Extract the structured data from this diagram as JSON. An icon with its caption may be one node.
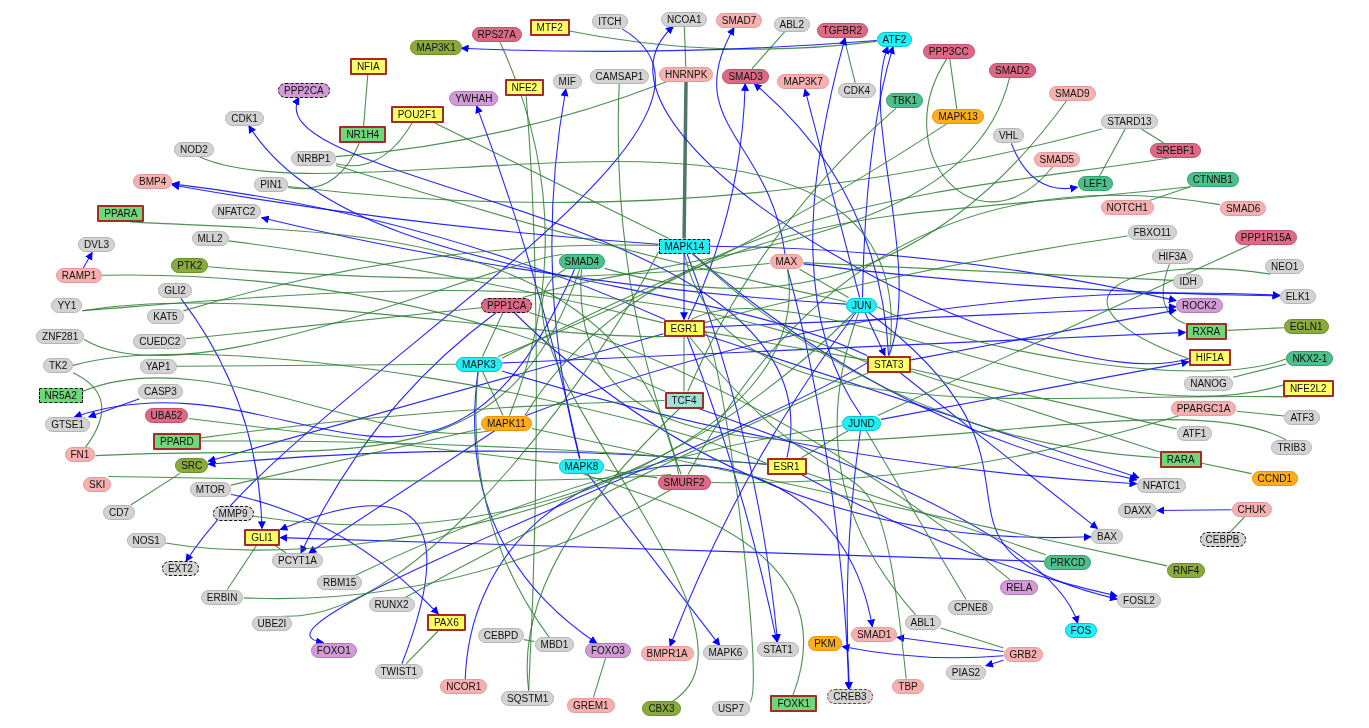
{
  "diagram": {
    "nodes": [
      {
        "text": [
          "NCOA1"
        ]
      },
      {
        "text": [
          "HNRNPK"
        ]
      },
      {
        "text": [
          "ABL2"
        ]
      },
      {
        "text": [
          "SMAD7"
        ]
      },
      {
        "text": [
          "SMAD3"
        ]
      },
      {
        "text": [
          "MAP3K7"
        ]
      },
      {
        "text": [
          "CDK4"
        ]
      },
      {
        "text": [
          "TGFBR2"
        ]
      },
      {
        "text": [
          "ATF2"
        ]
      },
      {
        "text": [
          "TBK1"
        ]
      },
      {
        "text": [
          "PPP3CC"
        ]
      },
      {
        "text": [
          "MAPK13"
        ]
      },
      {
        "text": [
          "SMAD2"
        ]
      },
      {
        "text": [
          "SMAD9"
        ]
      },
      {
        "text": [
          "VHL"
        ]
      },
      {
        "text": [
          "SMAD5"
        ]
      },
      {
        "text": [
          "STARD13"
        ]
      },
      {
        "text": [
          "LEF1"
        ]
      },
      {
        "text": [
          "SREBF1"
        ]
      },
      {
        "text": [
          "NOTCH1"
        ]
      },
      {
        "text": [
          "CTNNB1"
        ]
      },
      {
        "text": [
          "FBXO11"
        ]
      },
      {
        "text": [
          "SMAD6"
        ]
      },
      {
        "text": [
          "HIF3A"
        ]
      },
      {
        "text": [
          "PPP1R15A"
        ]
      },
      {
        "text": [
          "IDH"
        ]
      },
      {
        "text": [
          "NEO1"
        ]
      },
      {
        "text": [
          "ROCK2"
        ]
      },
      {
        "text": [
          "ELK1"
        ]
      },
      {
        "text": [
          "RXRA"
        ]
      },
      {
        "text": [
          "EGLN1"
        ]
      },
      {
        "text": [
          "HIF1A"
        ]
      },
      {
        "text": [
          "NKX2-1"
        ]
      },
      {
        "text": [
          "NANOG"
        ]
      },
      {
        "text": [
          "NFE2L2"
        ]
      },
      {
        "text": [
          "PPARGC1A"
        ]
      },
      {
        "text": [
          "ATF3"
        ]
      },
      {
        "text": [
          "ATF1"
        ]
      },
      {
        "text": [
          "TRIB3"
        ]
      },
      {
        "text": [
          "RARA"
        ]
      },
      {
        "text": [
          "CCND1"
        ]
      },
      {
        "text": [
          "NFATC1"
        ]
      },
      {
        "text": [
          "CHUK"
        ]
      },
      {
        "text": [
          "DAXX"
        ]
      },
      {
        "text": [
          "CEBPB"
        ]
      },
      {
        "text": [
          "BAX"
        ]
      },
      {
        "text": [
          "RNF4"
        ]
      },
      {
        "text": [
          "PRKCD"
        ]
      },
      {
        "text": [
          "FOSL2"
        ]
      },
      {
        "text": [
          "RELA"
        ]
      },
      {
        "text": [
          "FOS"
        ]
      },
      {
        "text": [
          "CPNE8"
        ]
      },
      {
        "text": [
          "GRB2"
        ]
      },
      {
        "text": [
          "ABL1"
        ]
      },
      {
        "text": [
          "PIAS2"
        ]
      },
      {
        "text": [
          "SMAD1"
        ]
      },
      {
        "text": [
          "TBP"
        ]
      },
      {
        "text": [
          "PKM"
        ]
      },
      {
        "text": [
          "CREB3"
        ]
      },
      {
        "text": [
          "STAT1"
        ]
      },
      {
        "text": [
          "FOXK1"
        ]
      },
      {
        "text": [
          "MAPK6"
        ]
      },
      {
        "text": [
          "USP7"
        ]
      },
      {
        "text": [
          "BMPR1A"
        ]
      },
      {
        "text": [
          "CBX3"
        ]
      },
      {
        "text": [
          "FOXO3"
        ]
      },
      {
        "text": [
          "GREM1"
        ]
      },
      {
        "text": [
          "MBD1"
        ]
      },
      {
        "text": [
          "SQSTM1"
        ]
      },
      {
        "text": [
          "CEBPD"
        ]
      },
      {
        "text": [
          "NCOR1"
        ]
      },
      {
        "text": [
          "PAX6"
        ]
      },
      {
        "text": [
          "TWIST1"
        ]
      },
      {
        "text": [
          "RUNX2"
        ]
      },
      {
        "text": [
          "FOXO1"
        ]
      },
      {
        "text": [
          "RBM15"
        ]
      },
      {
        "text": [
          "UBE2I"
        ]
      },
      {
        "text": [
          "PCYT1A"
        ]
      },
      {
        "text": [
          "ERBIN"
        ]
      },
      {
        "text": [
          "GLI1"
        ]
      },
      {
        "text": [
          "EXT2"
        ]
      },
      {
        "text": [
          "MMP9"
        ]
      },
      {
        "text": [
          "NOS1"
        ]
      },
      {
        "text": [
          "MTOR"
        ]
      },
      {
        "text": [
          "CD7"
        ]
      },
      {
        "text": [
          "SRC"
        ]
      },
      {
        "text": [
          "SKI"
        ]
      },
      {
        "text": [
          "PPARD"
        ]
      },
      {
        "text": [
          "FN1"
        ]
      },
      {
        "text": [
          "UBA52"
        ]
      },
      {
        "text": [
          "GTSE1"
        ]
      },
      {
        "text": [
          "CASP3"
        ]
      },
      {
        "text": [
          "NR5A2"
        ]
      },
      {
        "text": [
          "YAP1"
        ]
      },
      {
        "text": [
          "TK2"
        ]
      },
      {
        "text": [
          "CUEDC2"
        ]
      },
      {
        "text": [
          "ZNF281"
        ]
      },
      {
        "text": [
          "KAT5"
        ]
      },
      {
        "text": [
          "YY1"
        ]
      },
      {
        "text": [
          "GLI2"
        ]
      },
      {
        "text": [
          "RAMP1"
        ]
      },
      {
        "text": [
          "PTK2"
        ]
      },
      {
        "text": [
          "DVL3"
        ]
      },
      {
        "text": [
          "MLL2"
        ]
      },
      {
        "text": [
          "PPARA"
        ]
      },
      {
        "text": [
          "NFATC2"
        ]
      },
      {
        "text": [
          "BMP4"
        ]
      },
      {
        "text": [
          "NOD2"
        ]
      },
      {
        "text": [
          "PIN1"
        ]
      },
      {
        "text": [
          "NRBP1"
        ]
      },
      {
        "text": [
          "CDK1"
        ]
      },
      {
        "text": [
          "NR1H4"
        ]
      },
      {
        "text": [
          "PPP2CA"
        ]
      },
      {
        "text": [
          "NFIA"
        ]
      },
      {
        "text": [
          "POU2F1"
        ]
      },
      {
        "text": [
          "YWHAH"
        ]
      },
      {
        "text": [
          "MAP3K1"
        ]
      },
      {
        "text": [
          "NFE2"
        ]
      },
      {
        "text": [
          "RPS27A"
        ]
      },
      {
        "text": [
          "MIF"
        ]
      },
      {
        "text": [
          "MTF2"
        ]
      },
      {
        "text": [
          "CAMSAP1"
        ]
      },
      {
        "text": [
          "ITCH"
        ]
      },
      {
        "text": [
          "MAPK14"
        ]
      },
      {
        "text": [
          "SMAD4"
        ]
      },
      {
        "text": [
          "MAX"
        ]
      },
      {
        "text": [
          "PPP1CA"
        ]
      },
      {
        "text": [
          "EGR1"
        ]
      },
      {
        "text": [
          "JUN"
        ]
      },
      {
        "text": [
          "MAPK3"
        ]
      },
      {
        "text": [
          "STAT3"
        ]
      },
      {
        "text": [
          "TCF4"
        ]
      },
      {
        "text": [
          "MAPK11"
        ]
      },
      {
        "text": [
          "JUND"
        ]
      },
      {
        "text": [
          "MAPK8"
        ]
      },
      {
        "text": [
          "ESR1"
        ]
      },
      {
        "text": [
          "SMURF2"
        ]
      }
    ],
    "edges": [
      {
        "from": 0,
        "to": 1,
        "arrow": "none"
      },
      {
        "from": 1,
        "to": 123,
        "arrow": "none",
        "style": "thick",
        "color": "#2f5f4f"
      },
      {
        "from": 2,
        "to": 4,
        "arrow": "none"
      },
      {
        "from": 6,
        "to": 7,
        "arrow": "none"
      },
      {
        "from": 120,
        "to": 8,
        "arrow": "none"
      },
      {
        "from": 10,
        "to": 11,
        "arrow": "none"
      },
      {
        "from": 10,
        "to": 15,
        "arrow": "none"
      },
      {
        "from": 14,
        "to": 17,
        "arrow": "to",
        "color": "#0000ff"
      },
      {
        "from": 16,
        "to": 17,
        "arrow": "none"
      },
      {
        "from": 16,
        "to": 18,
        "arrow": "none"
      },
      {
        "from": 19,
        "to": 20,
        "arrow": "none"
      },
      {
        "from": 23,
        "to": 29,
        "arrow": "none"
      },
      {
        "from": 26,
        "to": 31,
        "arrow": "none"
      },
      {
        "from": 30,
        "to": 29,
        "arrow": "none"
      },
      {
        "from": 33,
        "to": 32,
        "arrow": "none"
      },
      {
        "from": 36,
        "to": 35,
        "arrow": "none"
      },
      {
        "from": 39,
        "to": 40,
        "arrow": "none"
      },
      {
        "from": 42,
        "to": 43,
        "arrow": "to",
        "color": "#0000ff"
      },
      {
        "from": 44,
        "to": 42,
        "arrow": "none"
      },
      {
        "from": 53,
        "to": 52,
        "arrow": "none"
      },
      {
        "from": 52,
        "to": 54,
        "arrow": "to",
        "color": "#0000ff"
      },
      {
        "from": 52,
        "to": 55,
        "arrow": "to",
        "color": "#0000ff"
      },
      {
        "from": 52,
        "to": 57,
        "arrow": "to",
        "color": "#0000ff"
      },
      {
        "from": 70,
        "to": 55,
        "arrow": "to",
        "color": "#0000ff"
      },
      {
        "from": 66,
        "to": 65,
        "arrow": "none"
      },
      {
        "from": 69,
        "to": 67,
        "arrow": "none"
      },
      {
        "from": 71,
        "to": 72,
        "arrow": "none"
      },
      {
        "from": 72,
        "to": 79,
        "arrow": "to",
        "color": "#0000ff"
      },
      {
        "from": 83,
        "to": 71,
        "arrow": "to",
        "color": "#0000ff"
      },
      {
        "from": 99,
        "to": 79,
        "arrow": "to",
        "color": "#0000ff"
      },
      {
        "from": 47,
        "to": 79,
        "arrow": "to",
        "color": "#0000ff"
      },
      {
        "from": 78,
        "to": 79,
        "arrow": "none"
      },
      {
        "from": 77,
        "to": 79,
        "arrow": "none"
      },
      {
        "from": 84,
        "to": 85,
        "arrow": "none"
      },
      {
        "from": 91,
        "to": 90,
        "arrow": "to",
        "color": "#0000ff"
      },
      {
        "from": 94,
        "to": 88,
        "arrow": "none"
      },
      {
        "from": 100,
        "to": 102,
        "arrow": "to",
        "color": "#0000ff"
      },
      {
        "from": 113,
        "to": 111,
        "arrow": "none"
      },
      {
        "from": 111,
        "to": 108,
        "arrow": "none"
      },
      {
        "from": 117,
        "to": 68,
        "arrow": "none"
      },
      {
        "from": 108,
        "to": 16,
        "arrow": "none"
      },
      {
        "from": 109,
        "to": 114,
        "arrow": "none"
      },
      {
        "from": 109,
        "to": 1,
        "arrow": "none"
      },
      {
        "from": 8,
        "to": 116,
        "arrow": "to",
        "color": "#0000ff"
      },
      {
        "from": 31,
        "to": 0,
        "arrow": "to",
        "color": "#0000ff"
      },
      {
        "from": 125,
        "to": 3,
        "arrow": "to",
        "color": "#0000ff"
      },
      {
        "from": 127,
        "to": 4,
        "arrow": "to",
        "color": "#0000ff"
      },
      {
        "from": 128,
        "to": 5,
        "arrow": "to",
        "color": "#0000ff"
      },
      {
        "from": 130,
        "to": 8,
        "arrow": "to",
        "color": "#0000ff"
      },
      {
        "from": 133,
        "to": 7,
        "arrow": "to",
        "color": "#0000ff"
      },
      {
        "from": 130,
        "to": 4,
        "arrow": "to",
        "color": "#0000ff"
      },
      {
        "from": 128,
        "to": 8,
        "arrow": "to",
        "color": "#0000ff"
      },
      {
        "from": 135,
        "to": 112,
        "arrow": "to",
        "color": "#0000ff"
      },
      {
        "from": 130,
        "to": 110,
        "arrow": "to",
        "color": "#0000ff"
      },
      {
        "from": 123,
        "to": 106,
        "arrow": "to",
        "color": "#0000ff"
      },
      {
        "from": 127,
        "to": 106,
        "arrow": "to",
        "color": "#0000ff"
      },
      {
        "from": 128,
        "to": 105,
        "arrow": "to",
        "color": "#0000ff"
      },
      {
        "from": 134,
        "to": 119,
        "arrow": "to",
        "color": "#0000ff"
      },
      {
        "from": 134,
        "to": 115,
        "arrow": "to",
        "color": "#0000ff"
      },
      {
        "from": 123,
        "to": 27,
        "arrow": "to",
        "color": "#0000ff"
      },
      {
        "from": 127,
        "to": 27,
        "arrow": "to",
        "color": "#0000ff"
      },
      {
        "from": 130,
        "to": 27,
        "arrow": "to",
        "color": "#0000ff"
      },
      {
        "from": 125,
        "to": 28,
        "arrow": "to",
        "color": "#0000ff"
      },
      {
        "from": 132,
        "to": 28,
        "arrow": "to",
        "color": "#0000ff"
      },
      {
        "from": 129,
        "to": 29,
        "arrow": "to",
        "color": "#0000ff"
      },
      {
        "from": 133,
        "to": 31,
        "arrow": "to",
        "color": "#0000ff"
      },
      {
        "from": 123,
        "to": 41,
        "arrow": "to",
        "color": "#0000ff"
      },
      {
        "from": 127,
        "to": 41,
        "arrow": "to",
        "color": "#0000ff"
      },
      {
        "from": 129,
        "to": 41,
        "arrow": "to",
        "color": "#0000ff"
      },
      {
        "from": 130,
        "to": 45,
        "arrow": "to",
        "color": "#0000ff"
      },
      {
        "from": 126,
        "to": 45,
        "arrow": "to",
        "color": "#0000ff"
      },
      {
        "from": 135,
        "to": 48,
        "arrow": "to",
        "color": "#0000ff"
      },
      {
        "from": 128,
        "to": 48,
        "arrow": "to",
        "color": "#0000ff"
      },
      {
        "from": 131,
        "to": 50,
        "arrow": "to",
        "color": "#0000ff"
      },
      {
        "from": 123,
        "to": 59,
        "arrow": "to",
        "color": "#0000ff"
      },
      {
        "from": 127,
        "to": 59,
        "arrow": "to",
        "color": "#0000ff"
      },
      {
        "from": 125,
        "to": 58,
        "arrow": "to",
        "color": "#0000ff"
      },
      {
        "from": 133,
        "to": 58,
        "arrow": "to",
        "color": "#0000ff"
      },
      {
        "from": 134,
        "to": 61,
        "arrow": "to",
        "color": "#0000ff"
      },
      {
        "from": 128,
        "to": 63,
        "arrow": "to",
        "color": "#0000ff"
      },
      {
        "from": 129,
        "to": 65,
        "arrow": "to",
        "color": "#0000ff"
      },
      {
        "from": 130,
        "to": 74,
        "arrow": "to",
        "color": "#0000ff"
      },
      {
        "from": 126,
        "to": 77,
        "arrow": "to",
        "color": "#0000ff"
      },
      {
        "from": 132,
        "to": 77,
        "arrow": "to",
        "color": "#0000ff"
      },
      {
        "from": 122,
        "to": 80,
        "arrow": "to",
        "color": "#0000ff"
      },
      {
        "from": 127,
        "to": 85,
        "arrow": "to",
        "color": "#0000ff"
      },
      {
        "from": 135,
        "to": 85,
        "arrow": "to",
        "color": "#0000ff"
      },
      {
        "from": 124,
        "to": 90,
        "arrow": "to",
        "color": "#0000ff"
      },
      {
        "from": 96,
        "to": 124,
        "arrow": "none"
      },
      {
        "from": 95,
        "to": 126,
        "arrow": "none"
      },
      {
        "from": 98,
        "to": 127,
        "arrow": "none"
      },
      {
        "from": 98,
        "to": 130,
        "arrow": "none"
      },
      {
        "from": 97,
        "to": 123,
        "arrow": "none"
      },
      {
        "from": 93,
        "to": 129,
        "arrow": "none"
      },
      {
        "from": 92,
        "to": 132,
        "arrow": "none"
      },
      {
        "from": 89,
        "to": 134,
        "arrow": "none"
      },
      {
        "from": 87,
        "to": 131,
        "arrow": "none"
      },
      {
        "from": 87,
        "to": 135,
        "arrow": "none"
      },
      {
        "from": 86,
        "to": 136,
        "arrow": "none"
      },
      {
        "from": 101,
        "to": 125,
        "arrow": "none"
      },
      {
        "from": 103,
        "to": 127,
        "arrow": "none"
      },
      {
        "from": 104,
        "to": 136,
        "arrow": "none"
      },
      {
        "from": 107,
        "to": 130,
        "arrow": "none"
      },
      {
        "from": 109,
        "to": 128,
        "arrow": "none"
      },
      {
        "from": 114,
        "to": 123,
        "arrow": "none"
      },
      {
        "from": 118,
        "to": 132,
        "arrow": "none"
      },
      {
        "from": 121,
        "to": 136,
        "arrow": "none"
      },
      {
        "from": 9,
        "to": 131,
        "arrow": "none"
      },
      {
        "from": 11,
        "to": 129,
        "arrow": "none"
      },
      {
        "from": 12,
        "to": 126,
        "arrow": "none"
      },
      {
        "from": 13,
        "to": 124,
        "arrow": "none"
      },
      {
        "from": 18,
        "to": 132,
        "arrow": "none"
      },
      {
        "from": 20,
        "to": 129,
        "arrow": "none"
      },
      {
        "from": 21,
        "to": 127,
        "arrow": "none"
      },
      {
        "from": 22,
        "to": 136,
        "arrow": "none"
      },
      {
        "from": 24,
        "to": 133,
        "arrow": "none"
      },
      {
        "from": 25,
        "to": 125,
        "arrow": "none"
      },
      {
        "from": 32,
        "to": 128,
        "arrow": "none"
      },
      {
        "from": 34,
        "to": 127,
        "arrow": "none"
      },
      {
        "from": 34,
        "to": 123,
        "arrow": "none"
      },
      {
        "from": 35,
        "to": 136,
        "arrow": "none"
      },
      {
        "from": 37,
        "to": 130,
        "arrow": "none"
      },
      {
        "from": 38,
        "to": 124,
        "arrow": "none"
      },
      {
        "from": 39,
        "to": 123,
        "arrow": "none"
      },
      {
        "from": 39,
        "to": 130,
        "arrow": "none"
      },
      {
        "from": 46,
        "to": 132,
        "arrow": "none"
      },
      {
        "from": 47,
        "to": 135,
        "arrow": "none"
      },
      {
        "from": 49,
        "to": 126,
        "arrow": "none"
      },
      {
        "from": 51,
        "to": 133,
        "arrow": "none"
      },
      {
        "from": 53,
        "to": 128,
        "arrow": "none"
      },
      {
        "from": 56,
        "to": 127,
        "arrow": "none"
      },
      {
        "from": 60,
        "to": 134,
        "arrow": "none"
      },
      {
        "from": 62,
        "to": 127,
        "arrow": "none"
      },
      {
        "from": 64,
        "to": 124,
        "arrow": "none"
      },
      {
        "from": 67,
        "to": 129,
        "arrow": "none"
      },
      {
        "from": 68,
        "to": 131,
        "arrow": "none"
      },
      {
        "from": 73,
        "to": 130,
        "arrow": "none"
      },
      {
        "from": 75,
        "to": 133,
        "arrow": "none"
      },
      {
        "from": 76,
        "to": 123,
        "arrow": "none"
      },
      {
        "from": 78,
        "to": 136,
        "arrow": "none"
      },
      {
        "from": 81,
        "to": 128,
        "arrow": "none"
      },
      {
        "from": 82,
        "to": 125,
        "arrow": "none"
      },
      {
        "from": 83,
        "to": 132,
        "arrow": "none"
      },
      {
        "from": 88,
        "to": 124,
        "arrow": "none"
      },
      {
        "from": 94,
        "to": 135,
        "arrow": "none"
      },
      {
        "from": 100,
        "to": 131,
        "arrow": "none"
      },
      {
        "from": 123,
        "to": 127,
        "arrow": "to",
        "color": "#0000ff"
      },
      {
        "from": 127,
        "to": 130,
        "arrow": "none"
      },
      {
        "from": 128,
        "to": 130,
        "arrow": "to",
        "color": "#0000ff"
      },
      {
        "from": 129,
        "to": 132,
        "arrow": "none"
      },
      {
        "from": 133,
        "to": 135,
        "arrow": "none"
      },
      {
        "from": 134,
        "to": 136,
        "arrow": "none"
      },
      {
        "from": 125,
        "to": 128,
        "arrow": "none"
      },
      {
        "from": 126,
        "to": 129,
        "arrow": "none"
      },
      {
        "from": 131,
        "to": 127,
        "arrow": "none"
      }
    ]
  }
}
